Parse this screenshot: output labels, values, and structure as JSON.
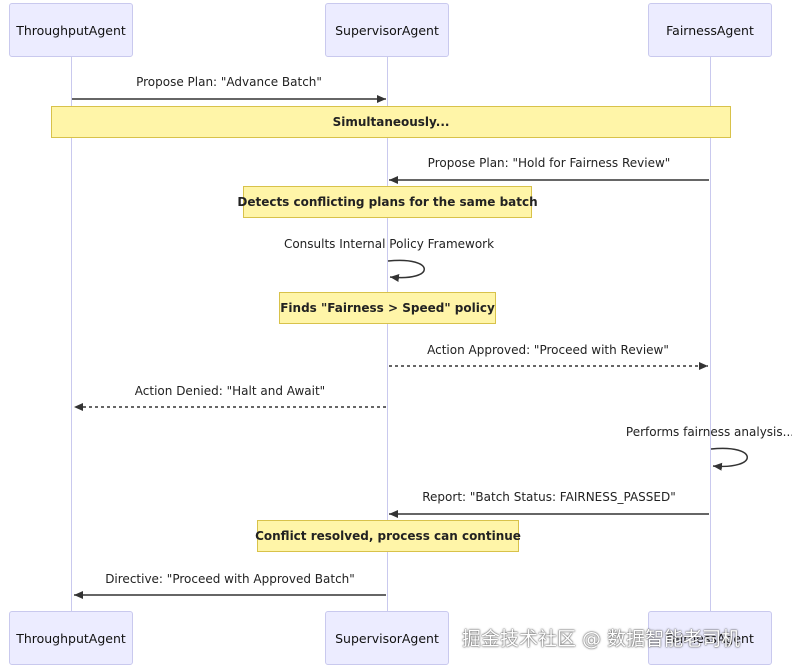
{
  "diagram": {
    "actors": [
      {
        "id": "throughput",
        "label": "ThroughputAgent"
      },
      {
        "id": "supervisor",
        "label": "SupervisorAgent"
      },
      {
        "id": "fairness",
        "label": "FairnessAgent"
      }
    ],
    "messages": [
      {
        "from": "throughput",
        "to": "supervisor",
        "label": "Propose Plan: \"Advance Batch\"",
        "style": "solid"
      },
      {
        "from": "fairness",
        "to": "supervisor",
        "label": "Propose Plan: \"Hold for Fairness Review\"",
        "style": "solid"
      },
      {
        "from": "supervisor",
        "to": "supervisor",
        "label": "Consults Internal Policy Framework",
        "style": "self"
      },
      {
        "from": "supervisor",
        "to": "fairness",
        "label": "Action Approved: \"Proceed with Review\"",
        "style": "dashed"
      },
      {
        "from": "supervisor",
        "to": "throughput",
        "label": "Action Denied: \"Halt and Await\"",
        "style": "dashed"
      },
      {
        "from": "fairness",
        "to": "fairness",
        "label": "Performs fairness analysis...",
        "style": "self"
      },
      {
        "from": "fairness",
        "to": "supervisor",
        "label": "Report: \"Batch Status: FAIRNESS_PASSED\"",
        "style": "solid"
      },
      {
        "from": "supervisor",
        "to": "throughput",
        "label": "Directive: \"Proceed with Approved Batch\"",
        "style": "solid"
      }
    ],
    "notes": [
      {
        "label": "Simultaneously..."
      },
      {
        "label": "Detects conflicting plans for the same batch"
      },
      {
        "label": "Finds \"Fairness > Speed\" policy"
      },
      {
        "label": "Conflict resolved, process can continue"
      }
    ],
    "colors": {
      "actor_fill": "#ececff",
      "actor_border": "#c9c9ee",
      "note_fill": "#fff5a8",
      "note_border": "#d8c24a",
      "arrow": "#333333"
    }
  },
  "watermark": "掘金技术社区 @ 数据智能老司机"
}
